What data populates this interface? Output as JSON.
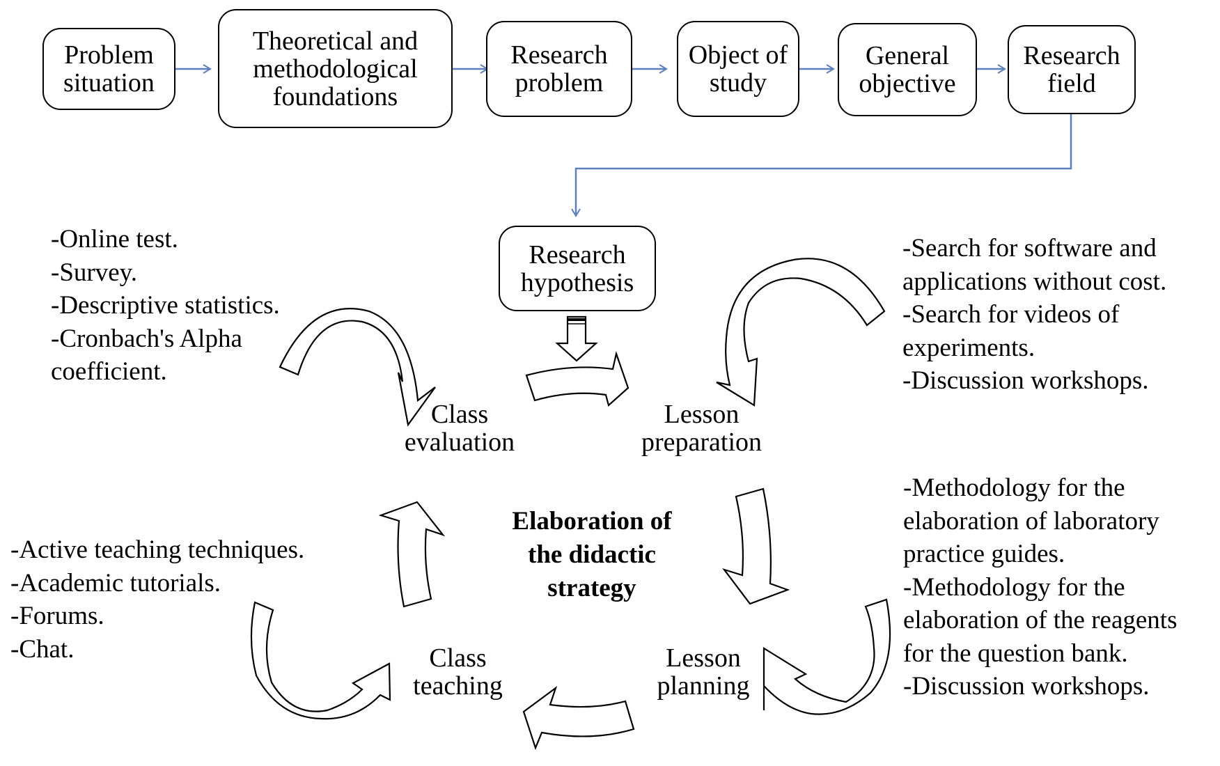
{
  "colors": {
    "connector": "#5b7fbf",
    "stroke": "#000000",
    "background": "#ffffff"
  },
  "flow": {
    "boxes": [
      {
        "id": "problem-situation",
        "lines": [
          "Problem",
          "situation"
        ]
      },
      {
        "id": "theoretical-foundations",
        "lines": [
          "Theoretical and",
          "methodological",
          "foundations"
        ]
      },
      {
        "id": "research-problem",
        "lines": [
          "Research",
          "problem"
        ]
      },
      {
        "id": "object-of-study",
        "lines": [
          "Object of",
          "study"
        ]
      },
      {
        "id": "general-objective",
        "lines": [
          "General",
          "objective"
        ]
      },
      {
        "id": "research-field",
        "lines": [
          "Research",
          "field"
        ]
      }
    ],
    "hypothesis": {
      "lines": [
        "Research",
        "hypothesis"
      ]
    }
  },
  "cycle": {
    "center": [
      "Elaboration of",
      "the didactic",
      "strategy"
    ],
    "stages": {
      "class_evaluation": [
        "Class",
        "evaluation"
      ],
      "lesson_preparation": [
        "Lesson",
        "preparation"
      ],
      "lesson_planning": [
        "Lesson",
        "planning"
      ],
      "class_teaching": [
        "Class",
        "teaching"
      ]
    }
  },
  "notes": {
    "evaluation": [
      "-Online test.",
      "-Survey.",
      "-Descriptive statistics.",
      "-Cronbach's Alpha",
      "coefficient."
    ],
    "preparation": [
      "-Search for software and",
      "applications without cost.",
      "-Search for videos of",
      "experiments.",
      "-Discussion workshops."
    ],
    "planning": [
      "-Methodology for the",
      "elaboration of laboratory",
      "practice guides.",
      "-Methodology for the",
      "elaboration of the reagents",
      "for the question bank.",
      "-Discussion workshops."
    ],
    "teaching": [
      "-Active teaching techniques.",
      "-Academic tutorials.",
      "-Forums.",
      "-Chat."
    ]
  }
}
